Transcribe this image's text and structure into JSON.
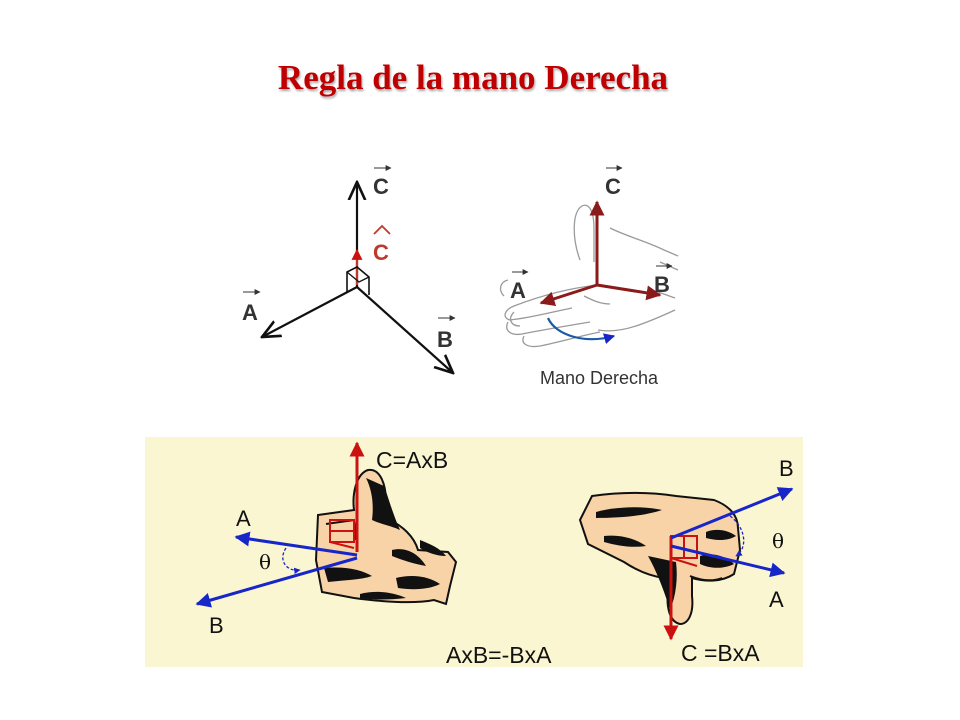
{
  "title": "Regla de la mano Derecha",
  "colors": {
    "title": "#c00000",
    "panel_bg": "#fbf6d2",
    "skin": "#f7d3a7",
    "shadow": "#111111",
    "vector_black": "#111111",
    "vector_red": "#cc1111",
    "vector_brown": "#8b1a1a",
    "vector_blue": "#1726c8",
    "unit_vector": "#c0392b"
  },
  "top_left_diagram": {
    "labels": {
      "a": "A",
      "b": "B",
      "c": "C",
      "c_hat": "C"
    }
  },
  "top_right_diagram": {
    "labels": {
      "a": "A",
      "b": "B",
      "c": "C"
    },
    "caption": "Mano Derecha"
  },
  "bottom_panel": {
    "left_hand": {
      "label_a": "A",
      "label_b": "B",
      "label_c": "C=AxB",
      "theta": "θ"
    },
    "right_hand": {
      "label_a": "A",
      "label_b": "B",
      "label_c": "C =BxA",
      "theta": "θ"
    },
    "equation": "AxB=-BxA"
  }
}
